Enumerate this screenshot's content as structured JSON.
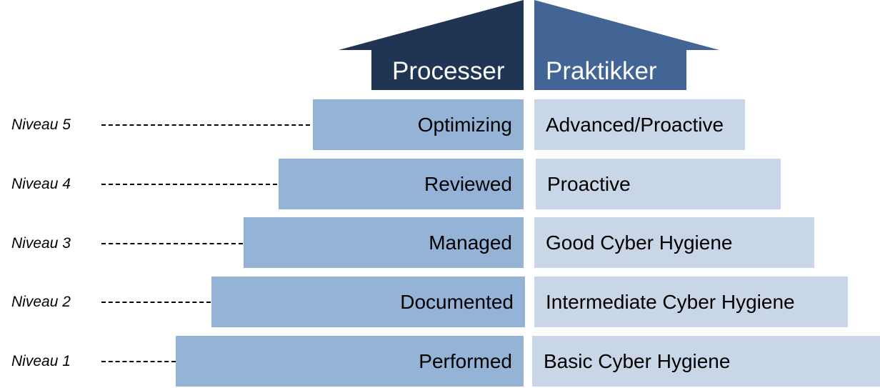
{
  "headers": {
    "left": "Processer",
    "right": "Praktikker"
  },
  "colors": {
    "left_arrow": "#1f3553",
    "right_arrow": "#426596",
    "process_block": "#95b3d7",
    "practice_block": "#c9d6e7"
  },
  "levels": [
    {
      "label": "Niveau 5",
      "process": "Optimizing",
      "practice": "Advanced/Proactive"
    },
    {
      "label": "Niveau 4",
      "process": "Reviewed",
      "practice": "Proactive"
    },
    {
      "label": "Niveau 3",
      "process": "Managed",
      "practice": "Good Cyber Hygiene"
    },
    {
      "label": "Niveau 2",
      "process": "Documented",
      "practice": "Intermediate Cyber Hygiene"
    },
    {
      "label": "Niveau 1",
      "process": "Performed",
      "practice": "Basic Cyber Hygiene"
    }
  ]
}
